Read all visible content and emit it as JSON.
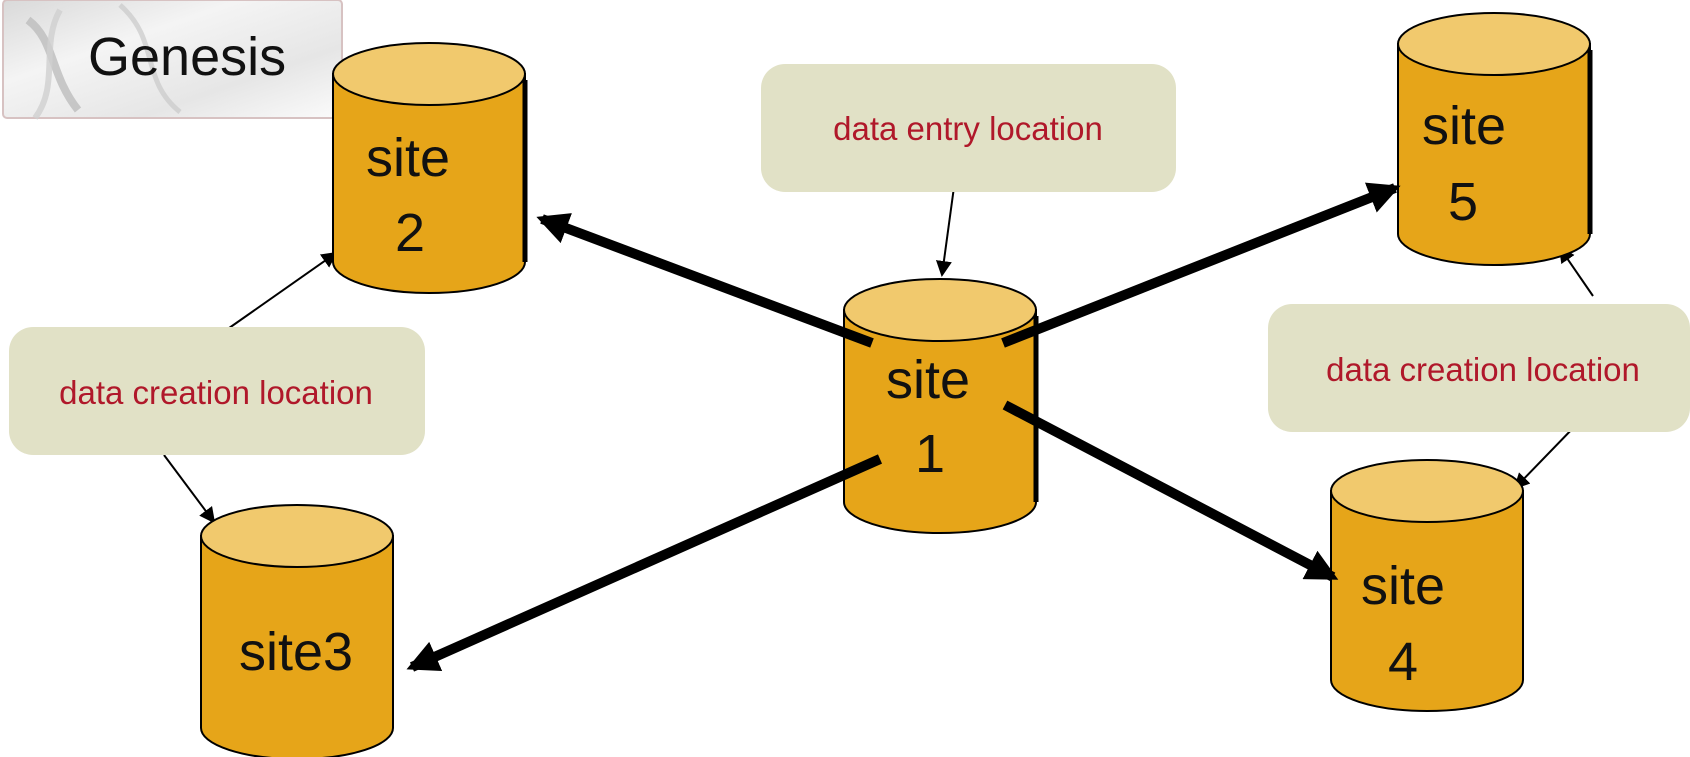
{
  "logo": {
    "text": "Genesis"
  },
  "sites": {
    "site1": {
      "line1": "site",
      "line2": "1"
    },
    "site2": {
      "line1": "site",
      "line2": "2"
    },
    "site3": {
      "label": "site3"
    },
    "site4": {
      "line1": "site",
      "line2": "4"
    },
    "site5": {
      "line1": "site",
      "line2": "5"
    }
  },
  "callouts": {
    "entry": {
      "text": "data entry location"
    },
    "creation_left": {
      "text": "data creation location"
    },
    "creation_right": {
      "text": "data creation location"
    }
  },
  "colors": {
    "cylinder_body": "#e6a519",
    "cylinder_top": "#f1c96d",
    "callout_fill": "#e1e1c6",
    "callout_text": "#b0182a",
    "arrow": "#000000"
  }
}
